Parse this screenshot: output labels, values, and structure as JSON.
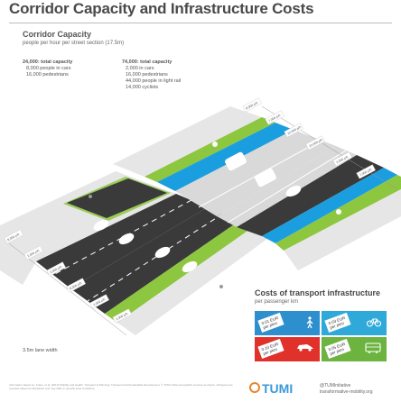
{
  "title": "Corridor Capacity and Infrastructure Costs",
  "capacity": {
    "title": "Corridor Capacity",
    "caption": "people per hour per street section (17.5m)",
    "left": {
      "headline": "24,000: total capacity",
      "lines": [
        "8,000 people in cars",
        "16,000 pedestrians"
      ]
    },
    "right": {
      "headline": "74,000: total capacity",
      "lines": [
        "2,000 in cars",
        "16,000 pedestrians",
        "44,000 people in light rail",
        "14,000 cyclists"
      ]
    }
  },
  "lane_note": "3.5m lane width",
  "street_tags": [
    "8,000 p/h",
    "2,000 p/h",
    "2,000 p/h",
    "8,000 p/h",
    "2,000 p/h",
    "2,000 p/h",
    "8,000 p/h",
    "7,000 p/h",
    "22,000 p/h",
    "22,000 p/h",
    "2,000 p/h",
    "7,000 p/h"
  ],
  "costs": {
    "title": "Costs of transport infrastructure",
    "caption": "per passenger km",
    "cells": [
      {
        "mode": "Walking",
        "value_line": "0.01 EUR",
        "note_line": "per pkm",
        "color": "#2e8fcf",
        "icon": "pedestrian-icon"
      },
      {
        "mode": "Cycling",
        "value_line": "0.03 EUR",
        "note_line": "per pkm",
        "color": "#2ea9d9",
        "icon": "bicycle-icon"
      },
      {
        "mode": "Car",
        "value_line": "0.10 EUR",
        "note_line": "per pkm",
        "color": "#e0312b",
        "icon": "car-icon"
      },
      {
        "mode": "Public transport",
        "value_line": "0.05 EUR",
        "note_line": "per pkm",
        "color": "#6cb33f",
        "icon": "bus-icon"
      }
    ]
  },
  "footer_text": "Information based on: Kraus, et al. (2013) Mobility and Health. Transport & Planning. Transport and Sustainable Development. © TUMI. Data and graphic sources as shown, all figures are rounded values for illustration and may differ in specific local conditions.",
  "logo": "TUMI",
  "contact": [
    "@TUMInitiative",
    "transformative-mobility.org"
  ],
  "colors": {
    "road": "#3a3a3a",
    "grass": "#8dc63f",
    "bikelane": "#1a9ee0",
    "sidewalk": "#e2e2e2"
  }
}
